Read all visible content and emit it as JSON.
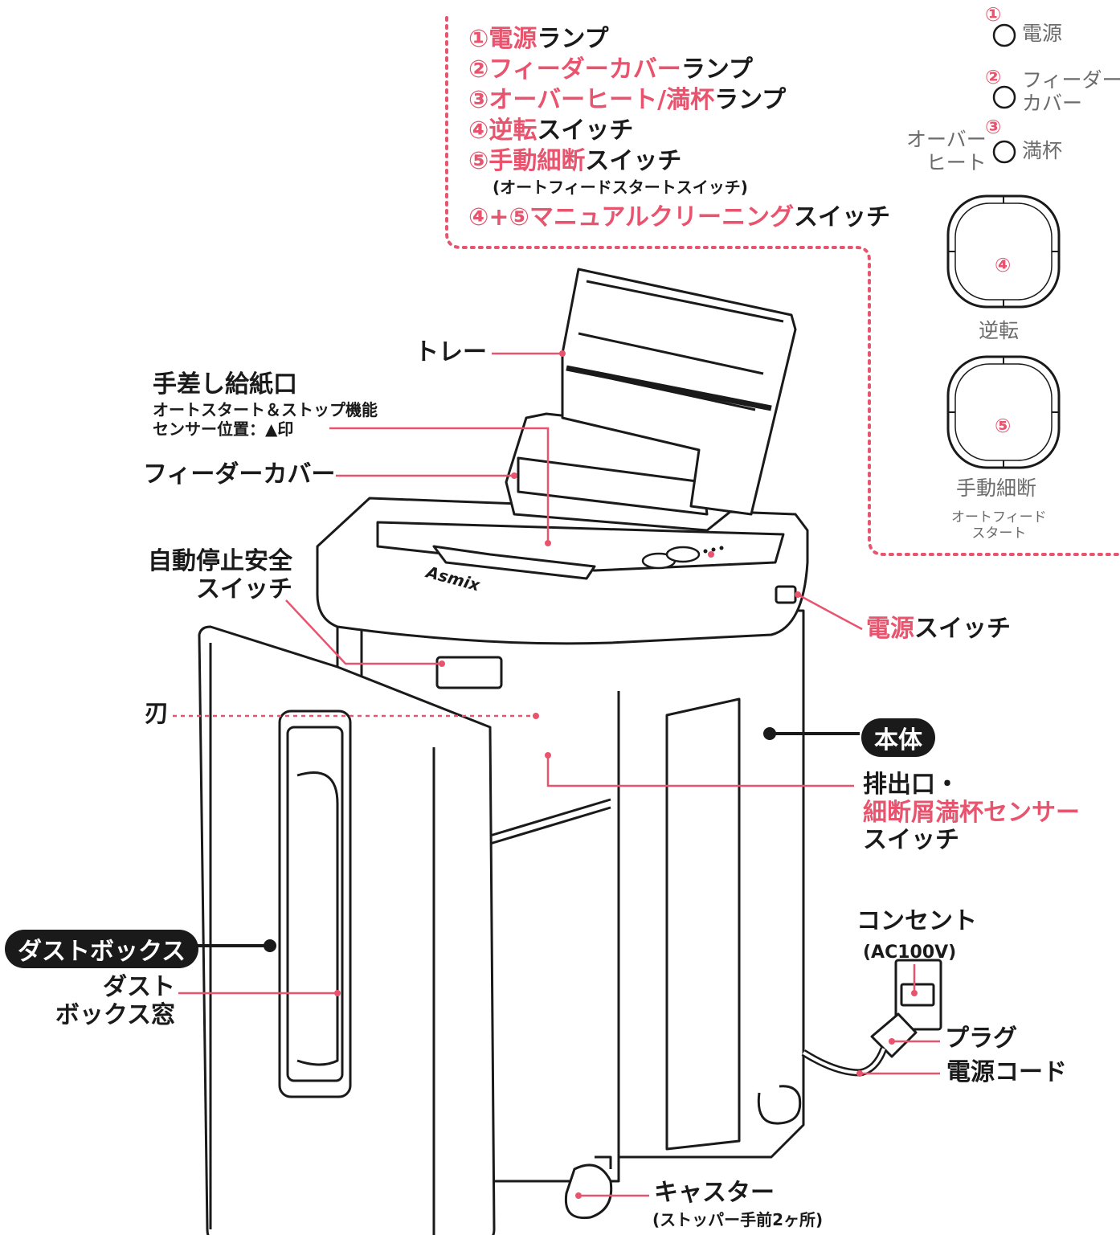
{
  "feature_list": [
    {
      "num": "①",
      "accent": "電源",
      "rest": "ランプ"
    },
    {
      "num": "②",
      "accent": "フィーダーカバー",
      "rest": "ランプ"
    },
    {
      "num": "③",
      "accent": "オーバーヒート/満杯",
      "rest": "ランプ"
    },
    {
      "num": "④",
      "accent": "逆転",
      "rest": "スイッチ"
    },
    {
      "num": "⑤",
      "accent": "手動細断",
      "rest": "スイッチ"
    },
    {
      "sub": "(オートフィードスタートスイッチ)"
    },
    {
      "num": "④+⑤",
      "accent": "マニュアルクリーニング",
      "rest": "スイッチ"
    }
  ],
  "panel": {
    "lamp1": {
      "num": "①",
      "label": "電源"
    },
    "lamp2": {
      "num": "②",
      "label_line1": "フィーダー",
      "label_line2": "カバー"
    },
    "lamp3": {
      "num": "③",
      "left_line1": "オーバー",
      "left_line2": "ヒート",
      "right": "満杯"
    },
    "button4": {
      "num": "④",
      "label": "逆転"
    },
    "button5": {
      "num": "⑤",
      "label": "手動細断",
      "sub_line1": "オートフィード",
      "sub_line2": "スタート"
    }
  },
  "labels": {
    "tray": "トレー",
    "manual_feed_title": "手差し給紙口",
    "manual_feed_sub1": "オートスタート＆ストップ機能",
    "manual_feed_sub2": "センサー位置：▲印",
    "feeder_cover": "フィーダーカバー",
    "auto_stop_line1": "自動停止安全",
    "auto_stop_line2": "スイッチ",
    "power_switch_accent": "電源",
    "power_switch_rest": "スイッチ",
    "blade": "刃",
    "body_pill": "本体",
    "outlet_line1": "排出口・",
    "outlet_line2": "細断屑満杯センサー",
    "outlet_line3": "スイッチ",
    "dustbox_pill": "ダストボックス",
    "dustbox_window_line1": "ダスト",
    "dustbox_window_line2": "ボックス窓",
    "socket": "コンセント",
    "socket_sub": "(AC100V)",
    "plug": "プラグ",
    "power_cord": "電源コード",
    "caster": "キャスター",
    "caster_sub": "(ストッパー手前2ヶ所)",
    "brand": "Asmix"
  },
  "colors": {
    "accent": "#e8546e",
    "ink": "#1a1a1a",
    "muted": "#6b6b6b"
  }
}
